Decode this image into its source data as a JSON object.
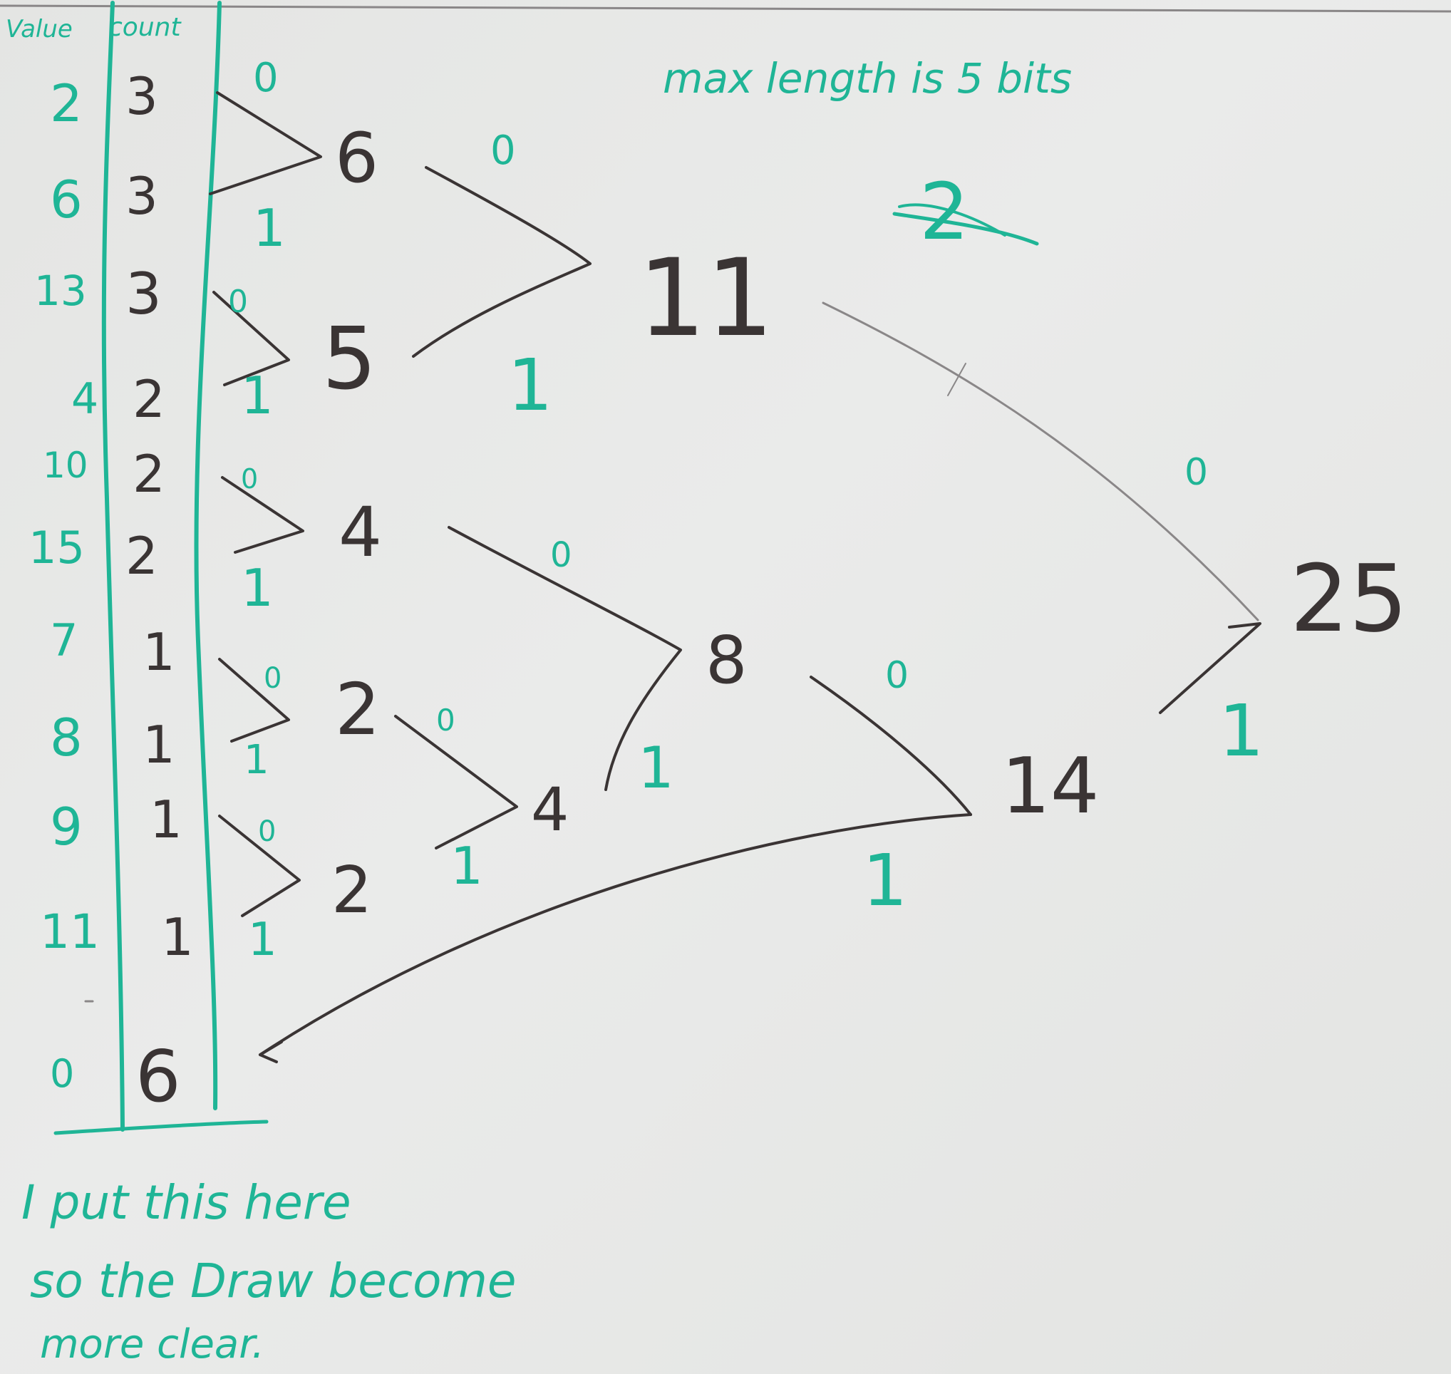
{
  "colors": {
    "green_marker": "#1fb596",
    "dark_marker": "#3a3434",
    "board": "#e6e7e5"
  },
  "table": {
    "header_value": "Value",
    "header_count": "count",
    "rows": [
      {
        "value": "2",
        "count": "3"
      },
      {
        "value": "6",
        "count": "3"
      },
      {
        "value": "13",
        "count": "3"
      },
      {
        "value": "4",
        "count": "2"
      },
      {
        "value": "10",
        "count": "2"
      },
      {
        "value": "15",
        "count": "2"
      },
      {
        "value": "7",
        "count": "1"
      },
      {
        "value": "8",
        "count": "1"
      },
      {
        "value": "9",
        "count": "1"
      },
      {
        "value": "11",
        "count": "1"
      },
      {
        "value": "0",
        "count": "6"
      }
    ]
  },
  "annotations": {
    "max_length": "max length is 5 bits",
    "crossed_out": "2",
    "note_line1": "I put this here",
    "note_line2": "so the Draw become",
    "note_line3": "more clear."
  },
  "tree": {
    "nodes": {
      "n6": "6",
      "n5": "5",
      "n11": "11",
      "n4a": "4",
      "n2a": "2",
      "n2b": "2",
      "n4b": "4",
      "n8": "8",
      "n14": "14",
      "n25": "25"
    },
    "bit_zero": "0",
    "bit_one": "1"
  }
}
